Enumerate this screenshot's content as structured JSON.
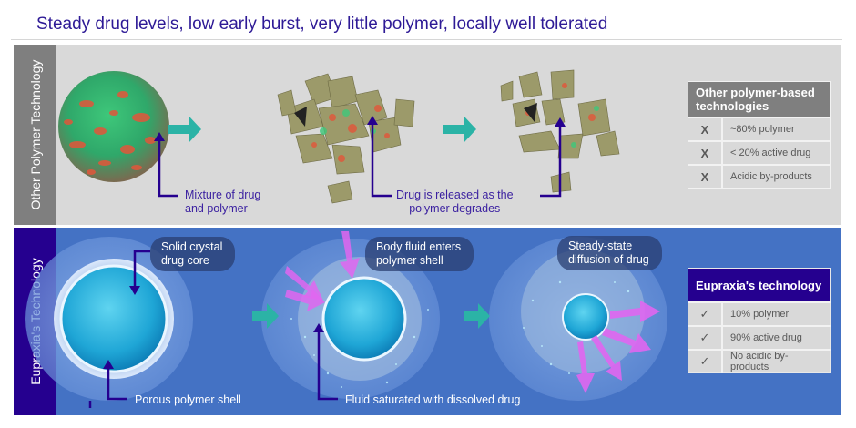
{
  "title": "Steady drug levels, low early burst, very little polymer, locally well tolerated",
  "colors": {
    "title": "#2e1a96",
    "other_panel_bg": "#d9d9d9",
    "other_side_bg": "#7f7f7f",
    "eupraxia_panel_bg": "#4472c4",
    "eupraxia_side_bg": "#25008f",
    "step_arrow": "#2bb3a6",
    "cross": "#e8201c",
    "check": "#2bb3a6",
    "diffusion_arrow": "#e066f0"
  },
  "other": {
    "side_label": "Other Polymer Technology",
    "callouts": {
      "mixture": "Mixture of drug\nand polymer",
      "released": "Drug is released as the\npolymer degrades"
    },
    "table": {
      "header": "Other polymer-based technologies",
      "rows": [
        {
          "mark": "X",
          "mark_icon": "cross-icon",
          "text": "~80% polymer"
        },
        {
          "mark": "X",
          "mark_icon": "cross-icon",
          "text": "< 20% active drug"
        },
        {
          "mark": "X",
          "mark_icon": "cross-icon",
          "text": "Acidic by-products"
        }
      ]
    }
  },
  "eupraxia": {
    "side_label": "Eupraxia's Technology",
    "bubbles": {
      "core": "Solid crystal\ndrug core",
      "fluid": "Body fluid enters\npolymer shell",
      "diffusion": "Steady-state\ndiffusion of drug"
    },
    "callouts": {
      "shell": "Porous polymer shell",
      "saturated": "Fluid saturated with dissolved drug"
    },
    "table": {
      "header": "Eupraxia's technology",
      "rows": [
        {
          "mark": "✓",
          "mark_icon": "check-icon",
          "text": "10% polymer"
        },
        {
          "mark": "✓",
          "mark_icon": "check-icon",
          "text": "90% active drug"
        },
        {
          "mark": "✓",
          "mark_icon": "check-icon",
          "text": "No acidic by-products"
        }
      ]
    }
  }
}
